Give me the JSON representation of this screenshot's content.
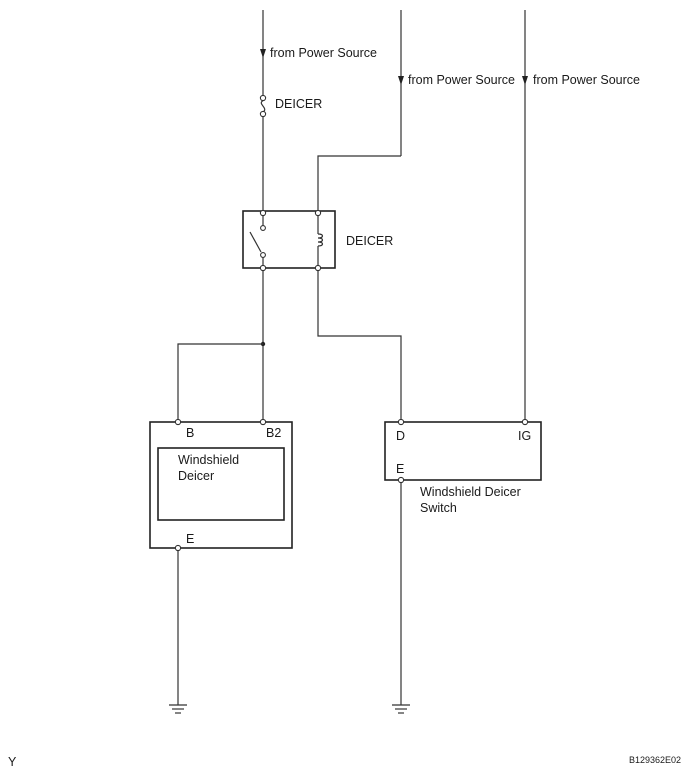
{
  "power_labels": {
    "left": "from Power Source",
    "middle": "from Power Source",
    "right": "from Power Source"
  },
  "fuse": {
    "label": "DEICER"
  },
  "relay": {
    "label": "DEICER"
  },
  "deicer": {
    "name_line1": "Windshield",
    "name_line2": "Deicer",
    "terminal_b": "B",
    "terminal_b2": "B2",
    "terminal_e": "E"
  },
  "switch": {
    "name_line1": "Windshield Deicer",
    "name_line2": "Switch",
    "terminal_d": "D",
    "terminal_ig": "IG",
    "terminal_e": "E"
  },
  "footer": {
    "left_mark": "Y",
    "code": "B129362E02"
  }
}
